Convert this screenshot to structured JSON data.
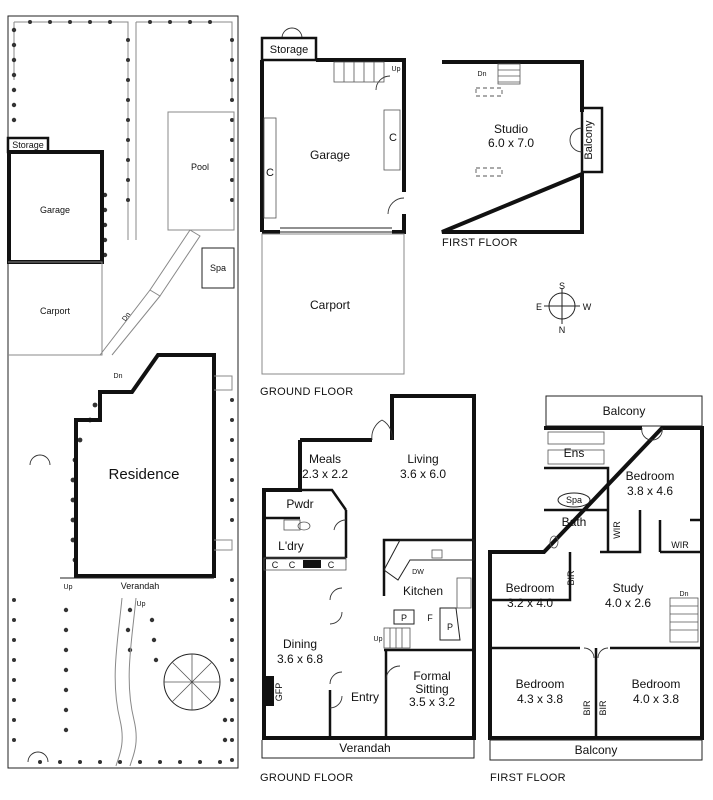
{
  "site": {
    "storage": "Storage",
    "garage": "Garage",
    "carport": "Carport",
    "pool": "Pool",
    "spa": "Spa",
    "residence": "Residence",
    "verandah": "Verandah",
    "dn1": "Dn",
    "dn2": "Dn",
    "up1": "Up",
    "up2": "Up"
  },
  "outbuilding_ground": {
    "storage": "Storage",
    "garage": "Garage",
    "carport": "Carport",
    "c1": "C",
    "c2": "C",
    "up": "Up",
    "floor_label": "GROUND FLOOR"
  },
  "outbuilding_first": {
    "dn": "Dn",
    "studio": "Studio",
    "studio_size": "6.0 x 7.0",
    "balcony": "Balcony",
    "floor_label": "FIRST FLOOR"
  },
  "compass": {
    "s": "S",
    "e": "E",
    "w": "W",
    "n": "N"
  },
  "house_ground": {
    "meals": "Meals",
    "meals_size": "2.3 x 2.2",
    "living": "Living",
    "living_size": "3.6 x 6.0",
    "pwdr": "Pwdr",
    "ldry": "L'dry",
    "c1": "C",
    "c2": "C",
    "c3": "C",
    "kitchen": "Kitchen",
    "dw": "DW",
    "p1": "P",
    "f": "F",
    "p2": "P",
    "up": "Up",
    "dining": "Dining",
    "dining_size": "3.6 x 6.8",
    "gfp": "GFP",
    "entry": "Entry",
    "formal": "Formal",
    "sitting": "Sitting",
    "formal_size": "3.5 x 3.2",
    "verandah": "Verandah",
    "floor_label": "GROUND FLOOR"
  },
  "house_first": {
    "balcony_top": "Balcony",
    "ens": "Ens",
    "bedroom1": "Bedroom",
    "bedroom1_size": "3.8 x 4.6",
    "spa": "Spa",
    "bath": "Bath",
    "wir1": "WIR",
    "wir2": "WIR",
    "bedroom2": "Bedroom",
    "bedroom2_size": "3.2 x 4.0",
    "bir1": "BIR",
    "study": "Study",
    "study_size": "4.0 x 2.6",
    "dn": "Dn",
    "bedroom3": "Bedroom",
    "bedroom3_size": "4.3 x 3.8",
    "bir2": "BIR",
    "bir3": "BIR",
    "bedroom4": "Bedroom",
    "bedroom4_size": "4.0 x 3.8",
    "balcony_bottom": "Balcony",
    "floor_label": "FIRST FLOOR"
  }
}
